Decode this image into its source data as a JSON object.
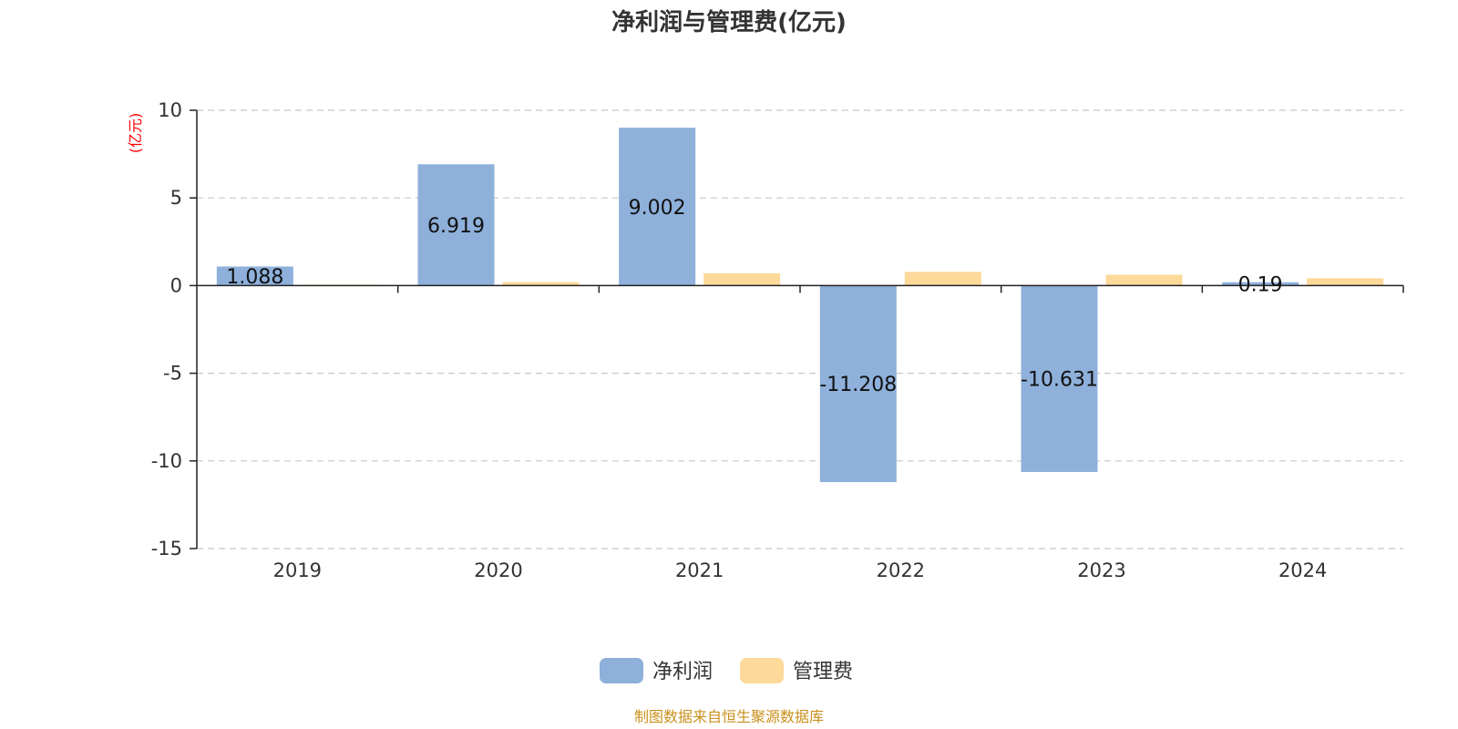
{
  "chart_data": {
    "type": "bar",
    "title": "净利润与管理费(亿元)",
    "ylabel": "(亿元)",
    "xlabel": "",
    "categories": [
      "2019",
      "2020",
      "2021",
      "2022",
      "2023",
      "2024"
    ],
    "series": [
      {
        "name": "净利润",
        "values": [
          1.088,
          6.919,
          9.002,
          -11.208,
          -10.631,
          0.19
        ],
        "labels": [
          "1.088",
          "6.919",
          "9.002",
          "-11.208",
          "-10.631",
          "0.19"
        ],
        "color": "#8eb0db"
      },
      {
        "name": "管理费",
        "values": [
          0.05,
          0.2,
          0.7,
          0.78,
          0.62,
          0.42
        ],
        "color": "#fdd99a"
      }
    ],
    "ylim": [
      -15,
      10
    ],
    "yticks": [
      10,
      5,
      0,
      -5,
      -10,
      -15
    ],
    "grid": true,
    "legend_position": "bottom-center"
  },
  "source_note": "制图数据来自恒生聚源数据库"
}
